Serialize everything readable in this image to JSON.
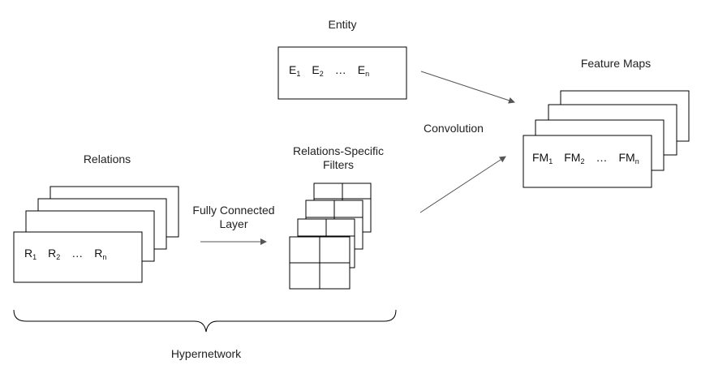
{
  "labels": {
    "entity": "Entity",
    "relations": "Relations",
    "filters_line1": "Relations-Specific",
    "filters_line2": "Filters",
    "fc_line1": "Fully Connected",
    "fc_line2": "Layer",
    "convolution": "Convolution",
    "feature_maps": "Feature Maps",
    "hypernetwork": "Hypernetwork"
  },
  "entity_items": [
    {
      "base": "E",
      "sub": "1"
    },
    {
      "base": "E",
      "sub": "2"
    },
    {
      "base": "…",
      "sub": ""
    },
    {
      "base": "E",
      "sub": "n"
    }
  ],
  "relation_items": [
    {
      "base": "R",
      "sub": "1"
    },
    {
      "base": "R",
      "sub": "2"
    },
    {
      "base": "…",
      "sub": ""
    },
    {
      "base": "R",
      "sub": "n"
    }
  ],
  "feature_map_items": [
    {
      "base": "FM",
      "sub": "1"
    },
    {
      "base": "FM",
      "sub": "2"
    },
    {
      "base": "…",
      "sub": ""
    },
    {
      "base": "FM",
      "sub": "n"
    }
  ],
  "colors": {
    "stroke": "#000000",
    "arrow": "#555555",
    "text": "#222222"
  }
}
